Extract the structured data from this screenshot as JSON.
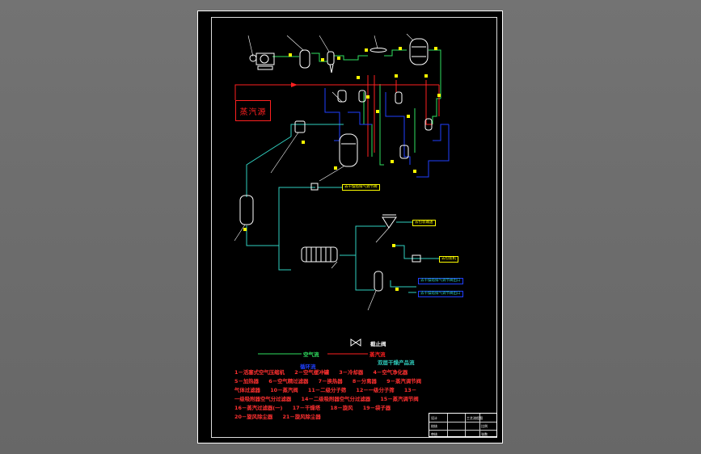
{
  "colors": {
    "air": "#30e060",
    "steam": "#ff2020",
    "circulation": "#2040ff",
    "dry_product": "#30d0c0",
    "equipment": "#ffffff",
    "label": "#ffff00",
    "sheet_bg": "#000000",
    "viewport_bg": "#6e6e6e"
  },
  "steam_source": "蒸汽源",
  "product_labels": [
    "去干燥塔排气调节阀",
    "去包装输送",
    "去包装机",
    "去干燥塔排气调节阀出口",
    "去干燥塔排气调节阀出口"
  ],
  "legend": {
    "valve": "截止阀",
    "air": "空气流",
    "steam": "蒸汽流",
    "circulation": "循环流",
    "dry_product": "双层干燥产品流"
  },
  "parts_list": [
    "1－活塞式空气压缩机",
    "2－空气缓冲罐",
    "3－冷却器",
    "4－空气净化器",
    "5－加热器",
    "6－空气精过滤器",
    "7－换热器",
    "8－分离器",
    "9－蒸汽调节阀",
    "气体过滤器",
    "10－蒸汽阀",
    "11－二级分子筛",
    "12－一级分子筛",
    "13－",
    "一级吸附器空气分过滤器",
    "14－二级吸附器空气分过滤器",
    "15－蒸汽调节阀",
    "16－蒸汽过滤器(一)",
    "17－干燥塔",
    "18－旋风",
    "19－袋子器",
    "20－旋风除尘器",
    "21－旋风除尘器"
  ],
  "title_block": [
    "设计",
    "校核",
    "审核",
    "工艺流程图",
    "比例",
    "张数"
  ]
}
